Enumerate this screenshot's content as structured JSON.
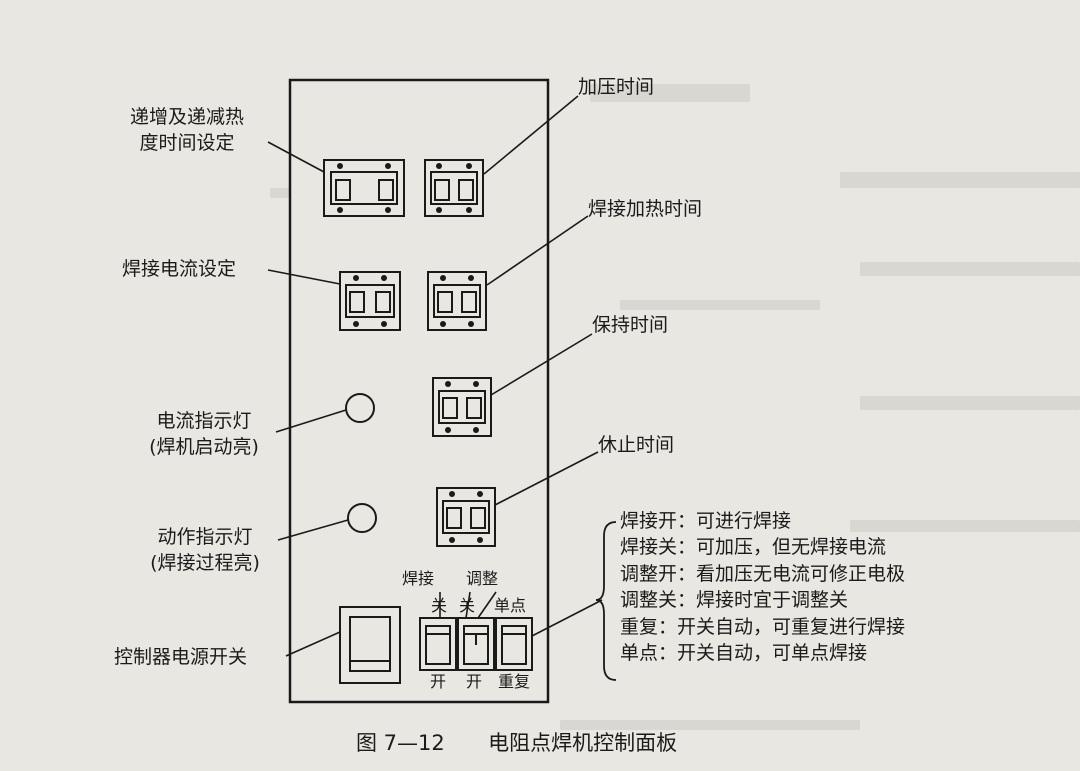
{
  "figure": {
    "caption_number": "图 7—12",
    "caption_title": "电阻点焊机控制面板"
  },
  "labels": {
    "ramp_time": [
      "递增及递减热",
      "度时间设定"
    ],
    "squeeze_time": "加压时间",
    "weld_heat_time": "焊接加热时间",
    "weld_current": "焊接电流设定",
    "hold_time": "保持时间",
    "current_lamp": [
      "电流指示灯",
      "(焊机启动亮)"
    ],
    "off_time": "休止时间",
    "action_lamp": [
      "动作指示灯",
      "(焊接过程亮)"
    ],
    "power_switch": "控制器电源开关"
  },
  "switches": {
    "weld_label": "焊接",
    "adjust_label": "调整",
    "off_1": "关",
    "off_2": "关",
    "single": "单点",
    "on_1": "开",
    "on_2": "开",
    "repeat": "重复"
  },
  "switch_notes": [
    "焊接开：可进行焊接",
    "焊接关：可加压，但无焊接电流",
    "调整开：看加压无电流可修正电极",
    "调整关：焊接时宜于调整关",
    "重复：开关自动，可重复进行焊接",
    "单点：开关自动，可单点焊接"
  ]
}
